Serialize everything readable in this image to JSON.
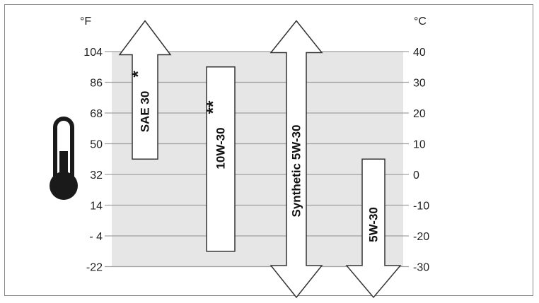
{
  "units": {
    "left": "°F",
    "right": "°C"
  },
  "fahrenheit_ticks": [
    "104",
    "86",
    "68",
    "50",
    "32",
    "14",
    "- 4",
    "-22"
  ],
  "celsius_ticks": [
    "40",
    "30",
    "20",
    "10",
    "0",
    "-10",
    "-20",
    "-30"
  ],
  "oils": [
    {
      "label": "SAE 30",
      "mark": "*",
      "min_c": 5,
      "max_c": 50,
      "shape": "arrow-up"
    },
    {
      "label": "10W-30",
      "mark": "**",
      "min_c": -25,
      "max_c": 35,
      "shape": "bar"
    },
    {
      "label": "Synthetic 5W-30",
      "mark": "",
      "min_c": -40,
      "max_c": 50,
      "shape": "arrow-both"
    },
    {
      "label": "5W-30",
      "mark": "",
      "min_c": -40,
      "max_c": 5,
      "shape": "arrow-down"
    }
  ],
  "colors": {
    "band": "#e6e6e6",
    "gridline": "#a0a0a0",
    "arrow_fill": "#ffffff",
    "arrow_stroke": "#333333",
    "thermometer": "#1a1a1a"
  }
}
